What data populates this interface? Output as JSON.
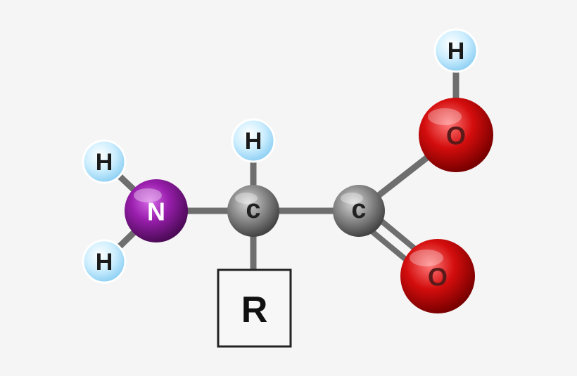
{
  "atoms": [
    {
      "id": "h-amine-top",
      "label": "H",
      "element": "hydrogen"
    },
    {
      "id": "h-amine-bottom",
      "label": "H",
      "element": "hydrogen"
    },
    {
      "id": "n-amine",
      "label": "N",
      "element": "nitrogen"
    },
    {
      "id": "h-alpha",
      "label": "H",
      "element": "hydrogen"
    },
    {
      "id": "c-alpha",
      "label": "c",
      "element": "carbon"
    },
    {
      "id": "c-carboxyl",
      "label": "c",
      "element": "carbon"
    },
    {
      "id": "o-hydroxyl",
      "label": "O",
      "element": "oxygen"
    },
    {
      "id": "h-hydroxyl",
      "label": "H",
      "element": "hydrogen"
    },
    {
      "id": "o-carbonyl",
      "label": "O",
      "element": "oxygen"
    }
  ],
  "side_chain": {
    "label": "R"
  },
  "colors": {
    "background": "#f5f5f5",
    "bond": "#6e6e6e",
    "hydrogen": "#bfe6fb",
    "hydrogen_rim": "#ffffff",
    "nitrogen": "#8a1a9b",
    "carbon": "#8c8c8c",
    "oxygen": "#d40d0d",
    "label_dark": "#1a1a1a",
    "label_light": "#ffffff",
    "label_oxygen": "#5a1a1a",
    "box_border": "#222222",
    "box_fill": "#f7f7f7"
  }
}
